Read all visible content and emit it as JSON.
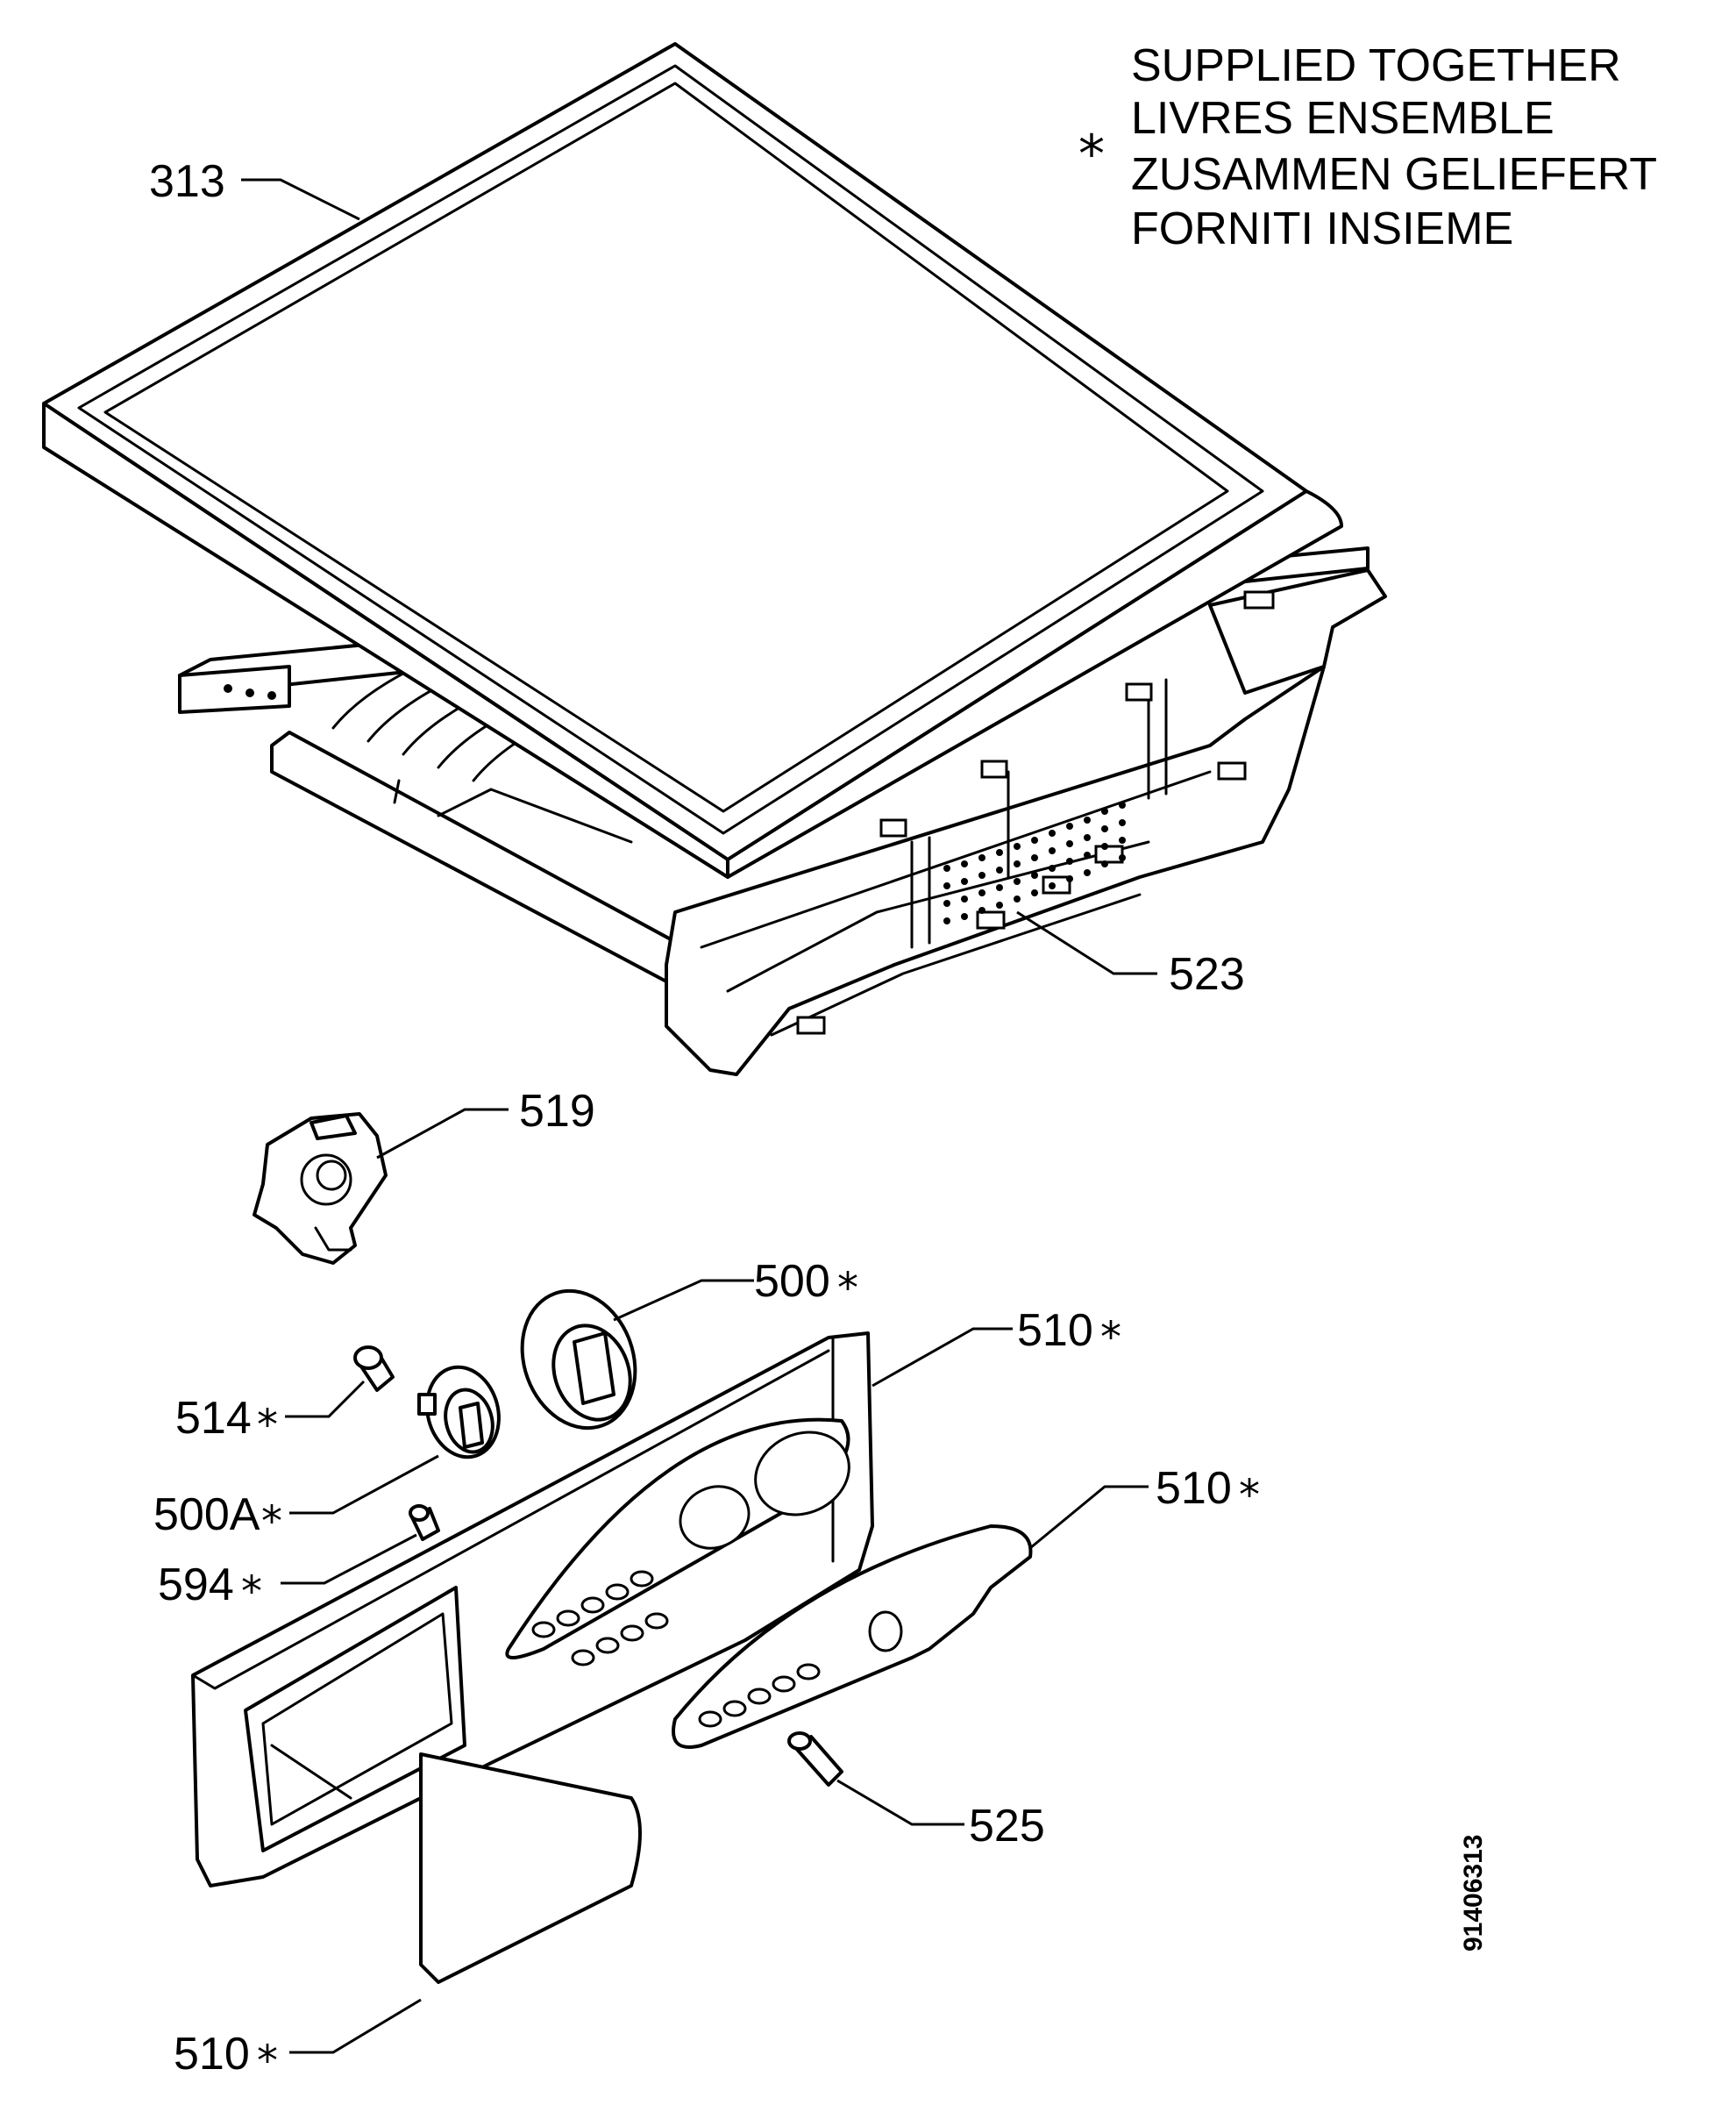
{
  "legend": {
    "symbol": "*",
    "lines": [
      "SUPPLIED TOGETHER",
      "LIVRES ENSEMBLE",
      "ZUSAMMEN GELIEFERT",
      "FORNITI INSIEME"
    ]
  },
  "drawing_code": "91406313",
  "callouts": {
    "p313": "313",
    "p523": "523",
    "p519": "519",
    "p500": "500",
    "p510a": "510",
    "p514": "514",
    "p500a": "500A",
    "p510b": "510",
    "p594": "594",
    "p525": "525",
    "p510c": "510"
  },
  "asterisk": "*"
}
